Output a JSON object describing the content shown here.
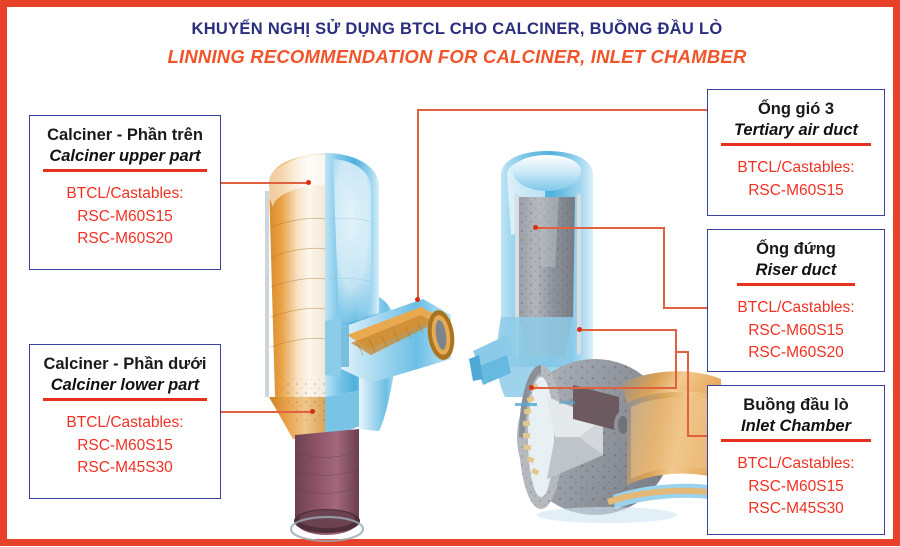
{
  "frame": {
    "border_color": "#e8412a"
  },
  "header": {
    "title_vn": "KHUYẾN NGHỊ SỬ DỤNG BTCL CHO CALCINER, BUỒNG ĐẦU LÒ",
    "title_en": "LINNING RECOMMENDATION FOR CALCINER, INLET CHAMBER",
    "title_vn_color": "#2b2e7e",
    "title_en_color": "#f0542a"
  },
  "callouts": [
    {
      "id": "calciner-upper",
      "name_vn": "Calciner - Phần trên",
      "name_en": "Calciner upper part",
      "materials_label": "BTCL/Castables:",
      "materials": [
        "RSC-M60S15",
        "RSC-M60S20"
      ]
    },
    {
      "id": "calciner-lower",
      "name_vn": "Calciner - Phần dưới",
      "name_en": "Calciner lower part",
      "materials_label": "BTCL/Castables:",
      "materials": [
        "RSC-M60S15",
        "RSC-M45S30"
      ]
    },
    {
      "id": "tertiary-air-duct",
      "name_vn": "Ống gió 3",
      "name_en": "Tertiary air duct",
      "materials_label": "BTCL/Castables:",
      "materials": [
        "RSC-M60S15"
      ]
    },
    {
      "id": "riser-duct",
      "name_vn": "Ống đứng",
      "name_en": "Riser duct",
      "materials_label": "BTCL/Castables:",
      "materials": [
        "RSC-M60S15",
        "RSC-M60S20"
      ]
    },
    {
      "id": "inlet-chamber",
      "name_vn": "Buồng đầu lò",
      "name_en": "Inlet Chamber",
      "materials_label": "BTCL/Castables:",
      "materials": [
        "RSC-M60S15",
        "RSC-M45S30"
      ]
    }
  ],
  "illustration": {
    "description": "Cutaway technical rendering of a cement plant calciner vessel (left) connected by a tertiary air duct to the riser duct and kiln inlet chamber (right)",
    "colors": {
      "steel_shell": "#6fc1e3",
      "refractory_orange": "#e0922f",
      "refractory_grey": "#8d9097",
      "lower_neck": "#7e4a5c"
    }
  }
}
